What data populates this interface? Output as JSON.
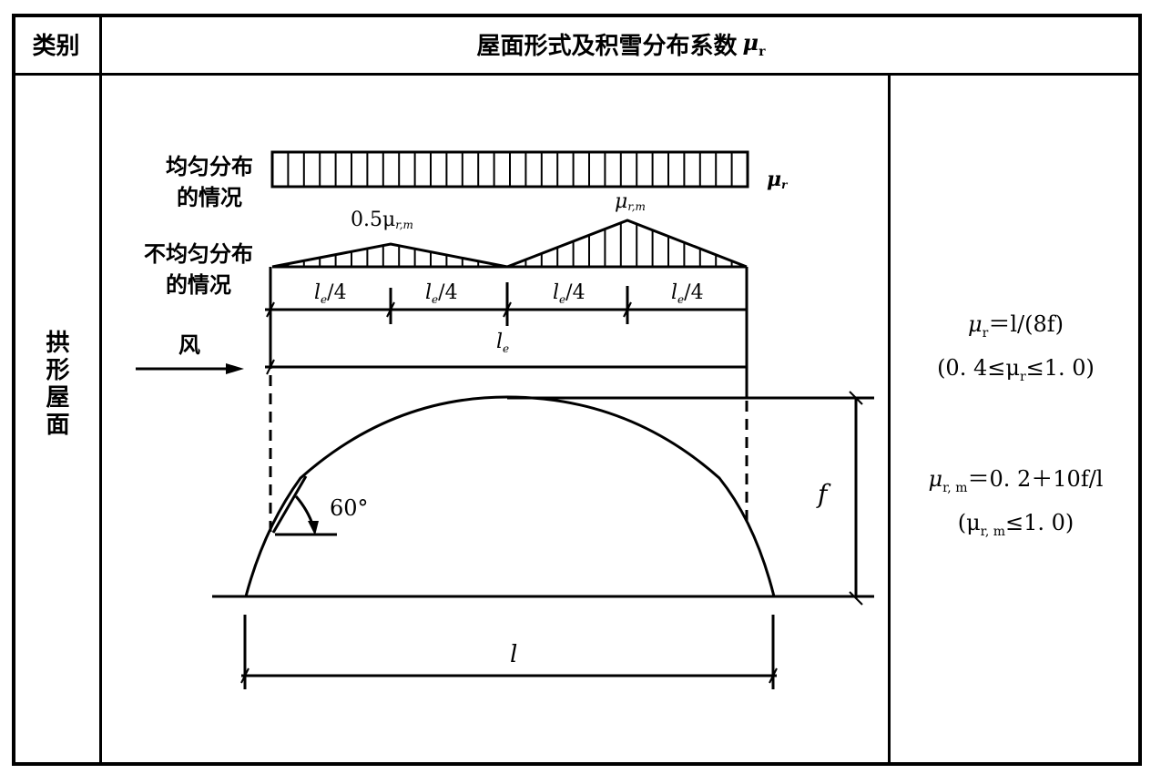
{
  "table": {
    "header": {
      "category_label": "类别",
      "main_label": "屋面形式及积雪分布系数",
      "main_symbol": "μ",
      "main_symbol_sub": "r"
    },
    "row": {
      "category": "拱形屋面",
      "diagram": {
        "uniform_label_line1": "均匀分布",
        "uniform_label_line2": "的情况",
        "uniform_symbol": "μ",
        "uniform_symbol_sub": "r",
        "nonuniform_label_line1": "不均匀分布",
        "nonuniform_label_line2": "的情况",
        "peak_left_label": "0.5μ",
        "peak_left_sub": "r,m",
        "peak_right_label": "μ",
        "peak_right_sub": "r,m",
        "quarter_labels": [
          "l",
          "l",
          "l",
          "l"
        ],
        "quarter_sub": "e",
        "quarter_suffix": "/4",
        "le_label": "l",
        "le_sub": "e",
        "wind_label": "风",
        "angle_label": "60°",
        "rise_label": "f",
        "span_label": "l"
      },
      "formulas": {
        "f1": "μ",
        "f1_sub": "r",
        "f1_rest": "＝l/(8f)",
        "f2": "(0. 4≤μ",
        "f2_sub": "r",
        "f2_rest": "≤1. 0)",
        "f3": "μ",
        "f3_sub": "r, m",
        "f3_rest": "＝0. 2＋10f/l",
        "f4": "(μ",
        "f4_sub": "r, m",
        "f4_rest": "≤1. 0)"
      }
    }
  }
}
